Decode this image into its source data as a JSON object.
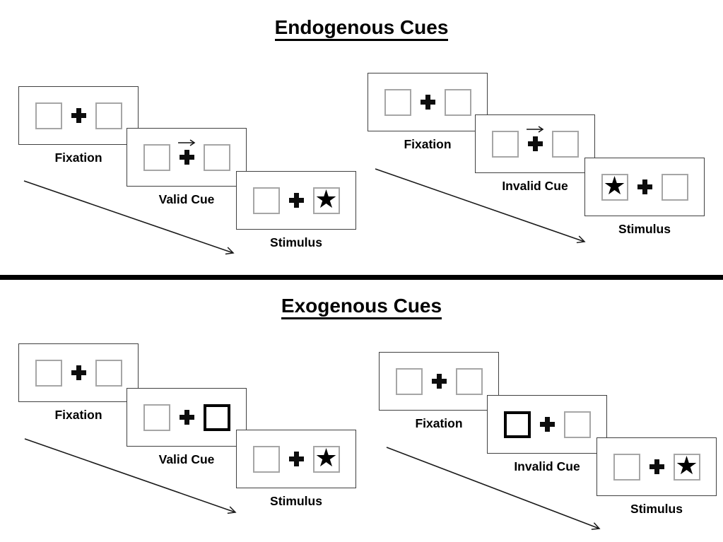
{
  "figure": {
    "kind": "attention-cueing-paradigm-diagram"
  },
  "sections": [
    {
      "title": "Endogenous Cues",
      "groups": [
        {
          "name": "valid-trial",
          "panels": [
            {
              "label": "Fixation",
              "left": "empty",
              "right": "empty",
              "cue_arrow": false
            },
            {
              "label": "Valid Cue",
              "left": "empty",
              "right": "empty",
              "cue_arrow": true
            },
            {
              "label": "Stimulus",
              "left": "empty",
              "right": "star",
              "cue_arrow": false
            }
          ]
        },
        {
          "name": "invalid-trial",
          "panels": [
            {
              "label": "Fixation",
              "left": "empty",
              "right": "empty",
              "cue_arrow": false
            },
            {
              "label": "Invalid Cue",
              "left": "empty",
              "right": "empty",
              "cue_arrow": true
            },
            {
              "label": "Stimulus",
              "left": "star",
              "right": "empty",
              "cue_arrow": false
            }
          ]
        }
      ]
    },
    {
      "title": "Exogenous Cues",
      "groups": [
        {
          "name": "valid-trial",
          "panels": [
            {
              "label": "Fixation",
              "left": "empty",
              "right": "empty",
              "cue_arrow": false
            },
            {
              "label": "Valid Cue",
              "left": "empty",
              "right": "bold",
              "cue_arrow": false
            },
            {
              "label": "Stimulus",
              "left": "empty",
              "right": "star",
              "cue_arrow": false
            }
          ]
        },
        {
          "name": "invalid-trial",
          "panels": [
            {
              "label": "Fixation",
              "left": "empty",
              "right": "empty",
              "cue_arrow": false
            },
            {
              "label": "Invalid Cue",
              "left": "bold",
              "right": "empty",
              "cue_arrow": false
            },
            {
              "label": "Stimulus",
              "left": "empty",
              "right": "star",
              "cue_arrow": false
            }
          ]
        }
      ]
    }
  ],
  "glyphs": {
    "target_star": "★",
    "fixation_cross": "+",
    "cue_arrow": "→",
    "timeline_arrow": "↘"
  },
  "colors": {
    "background": "#ffffff",
    "panel_border": "#404040",
    "box_border": "#a6a6a6",
    "highlight_border": "#000000",
    "text": "#000000",
    "divider": "#000000",
    "arrow": "#1a1a1a"
  }
}
